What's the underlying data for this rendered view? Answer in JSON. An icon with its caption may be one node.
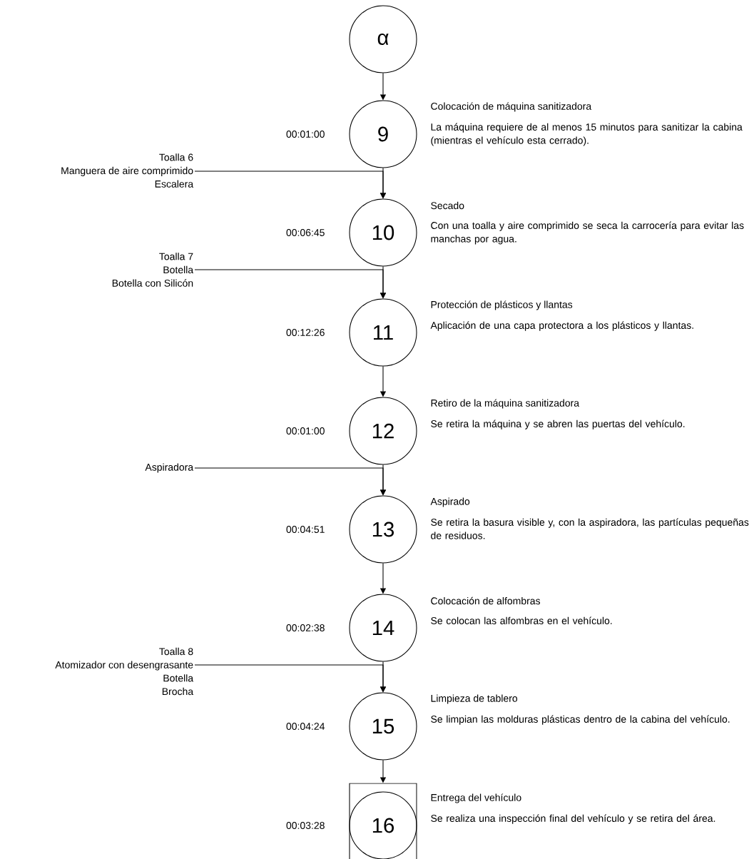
{
  "diagram": {
    "nodes": [
      {
        "text": [
          "α"
        ]
      },
      {
        "text": [
          "9"
        ],
        "beside": [
          "00:01:00",
          "Colocación de máquina sanitizadora",
          "La máquina requiere de al menos 15 minutos para sanitizar la cabina (mientras el vehículo esta cerrado)."
        ]
      },
      {
        "text": [
          "Toalla 6",
          "Manguera de aire comprimido",
          "Escalera"
        ]
      },
      {
        "text": [
          "10"
        ],
        "beside": [
          "00:06:45",
          "Secado",
          "Con una toalla y aire comprimido se seca la carrocería para evitar las manchas por agua."
        ]
      },
      {
        "text": [
          "Toalla 7",
          "Botella",
          "Botella con Silicón"
        ]
      },
      {
        "text": [
          "11"
        ],
        "beside": [
          "00:12:26",
          "Protección de plásticos y llantas",
          "Aplicación de una capa protectora a los plásticos y llantas."
        ]
      },
      {
        "text": [
          "12"
        ],
        "beside": [
          "00:01:00",
          "Retiro de la máquina sanitizadora",
          "Se retira la máquina y se abren las puertas del vehículo."
        ]
      },
      {
        "text": [
          "Aspiradora"
        ]
      },
      {
        "text": [
          "13"
        ],
        "beside": [
          "00:04:51",
          "Aspirado",
          "Se retira la basura visible y, con la aspiradora, las partículas pequeñas de residuos."
        ]
      },
      {
        "text": [
          "14"
        ],
        "beside": [
          "00:02:38",
          "Colocación de alfombras",
          "Se colocan las alfombras en el vehículo."
        ]
      },
      {
        "text": [
          "Toalla 8",
          "Atomizador con desengrasante",
          "Botella",
          "Brocha"
        ]
      },
      {
        "text": [
          "15"
        ],
        "beside": [
          "00:04:24",
          "Limpieza de tablero",
          "Se limpian las molduras plásticas dentro de la cabina del vehículo."
        ]
      },
      {
        "text": [],
        "shape": "box"
      },
      {
        "text": [
          "16"
        ],
        "in": 12,
        "beside": [
          "00:03:28",
          "Entrega del vehículo",
          "Se realiza una inspección final del vehículo y se retira del área."
        ]
      }
    ],
    "edges": [
      {
        "from": 0,
        "to": 1,
        "arrow": "to"
      },
      {
        "from": 1,
        "to": 3,
        "arrow": "to"
      },
      {
        "from": 2,
        "to": 3,
        "arrow": "to"
      },
      {
        "from": 3,
        "to": 5,
        "arrow": "to"
      },
      {
        "from": 4,
        "to": 5,
        "arrow": "to"
      },
      {
        "from": 5,
        "to": 6,
        "arrow": "to"
      },
      {
        "from": 6,
        "to": 8,
        "arrow": "to"
      },
      {
        "from": 7,
        "to": 8,
        "arrow": "to"
      },
      {
        "from": 8,
        "to": 9,
        "arrow": "to"
      },
      {
        "from": 9,
        "to": 11,
        "arrow": "to"
      },
      {
        "from": 10,
        "to": 11,
        "arrow": "to"
      },
      {
        "from": 11,
        "to": 12,
        "arrow": "to"
      }
    ]
  }
}
